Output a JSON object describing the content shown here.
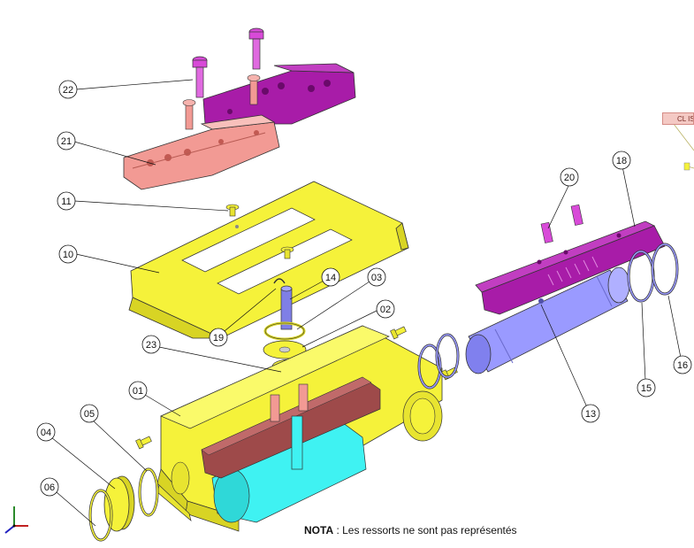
{
  "callouts": [
    "22",
    "21",
    "11",
    "10",
    "19",
    "14",
    "03",
    "02",
    "23",
    "01",
    "05",
    "04",
    "06",
    "20",
    "18",
    "13",
    "15",
    "16"
  ],
  "nota": {
    "label": "NOTA",
    "text": " : Les ressorts ne sont pas représentés"
  },
  "side_tag": "CL IS",
  "colors": {
    "yellow": "#f5f23a",
    "magenta": "#b31ab3",
    "pink": "#f29a94",
    "blue": "#9a9aff",
    "cyan": "#3ff2f2",
    "brown": "#9e4a4a",
    "outline": "#333333"
  },
  "icons": {
    "axes": "xyz-triad-icon"
  }
}
